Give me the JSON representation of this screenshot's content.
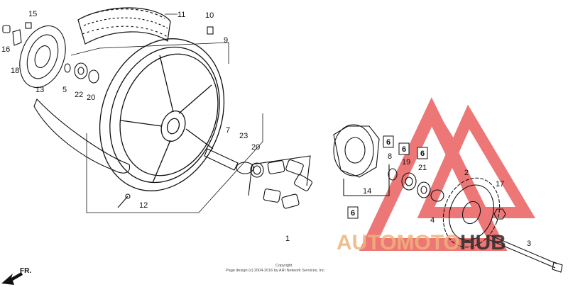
{
  "callouts": {
    "n1": "1",
    "n2": "2",
    "n3": "3",
    "n4": "4",
    "n5": "5",
    "n7": "7",
    "n8": "8",
    "n9": "9",
    "n10": "10",
    "n11": "11",
    "n12": "12",
    "n13": "13",
    "n14": "14",
    "n15": "15",
    "n16": "16",
    "n17": "17",
    "n18": "18",
    "n19": "19",
    "n20a": "20",
    "n20b": "20",
    "n21": "21",
    "n22": "22",
    "n23": "23"
  },
  "boxed_refs": {
    "b6a": "6",
    "b6b": "6",
    "b6c": "6",
    "b6d": "6"
  },
  "watermark": {
    "part1": "AUTOMOTO",
    "part2": "HUB",
    "color_main": "#f0b27a",
    "color_hub": "#2b2b2b",
    "logo_color": "#e84a4a"
  },
  "copyright": {
    "line1": "Copyright",
    "line2": "Page design (c) 2004-2016 by ARI Network Services, Inc."
  },
  "direction": {
    "label": "FR."
  }
}
